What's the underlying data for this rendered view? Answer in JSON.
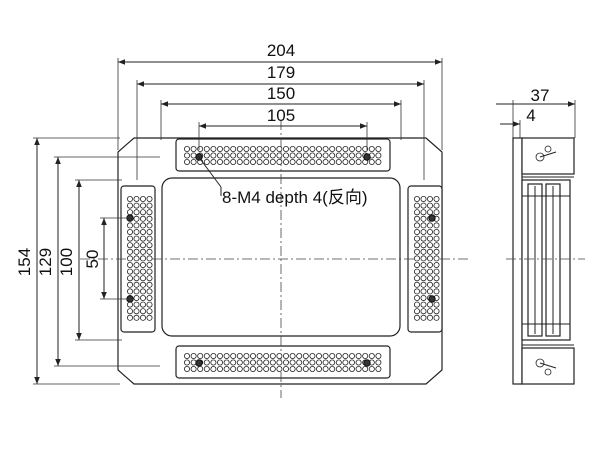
{
  "dimensions": {
    "width_overall": "204",
    "width_inner": "179",
    "pitch_outer": "150",
    "pitch_inner": "105",
    "height_overall": "154",
    "height_inner": "129",
    "height_pitch_outer": "100",
    "height_pitch_inner": "50",
    "side_depth": "37",
    "side_offset": "4"
  },
  "annotations": {
    "thread_note": "8-M4 depth 4(反向)"
  }
}
